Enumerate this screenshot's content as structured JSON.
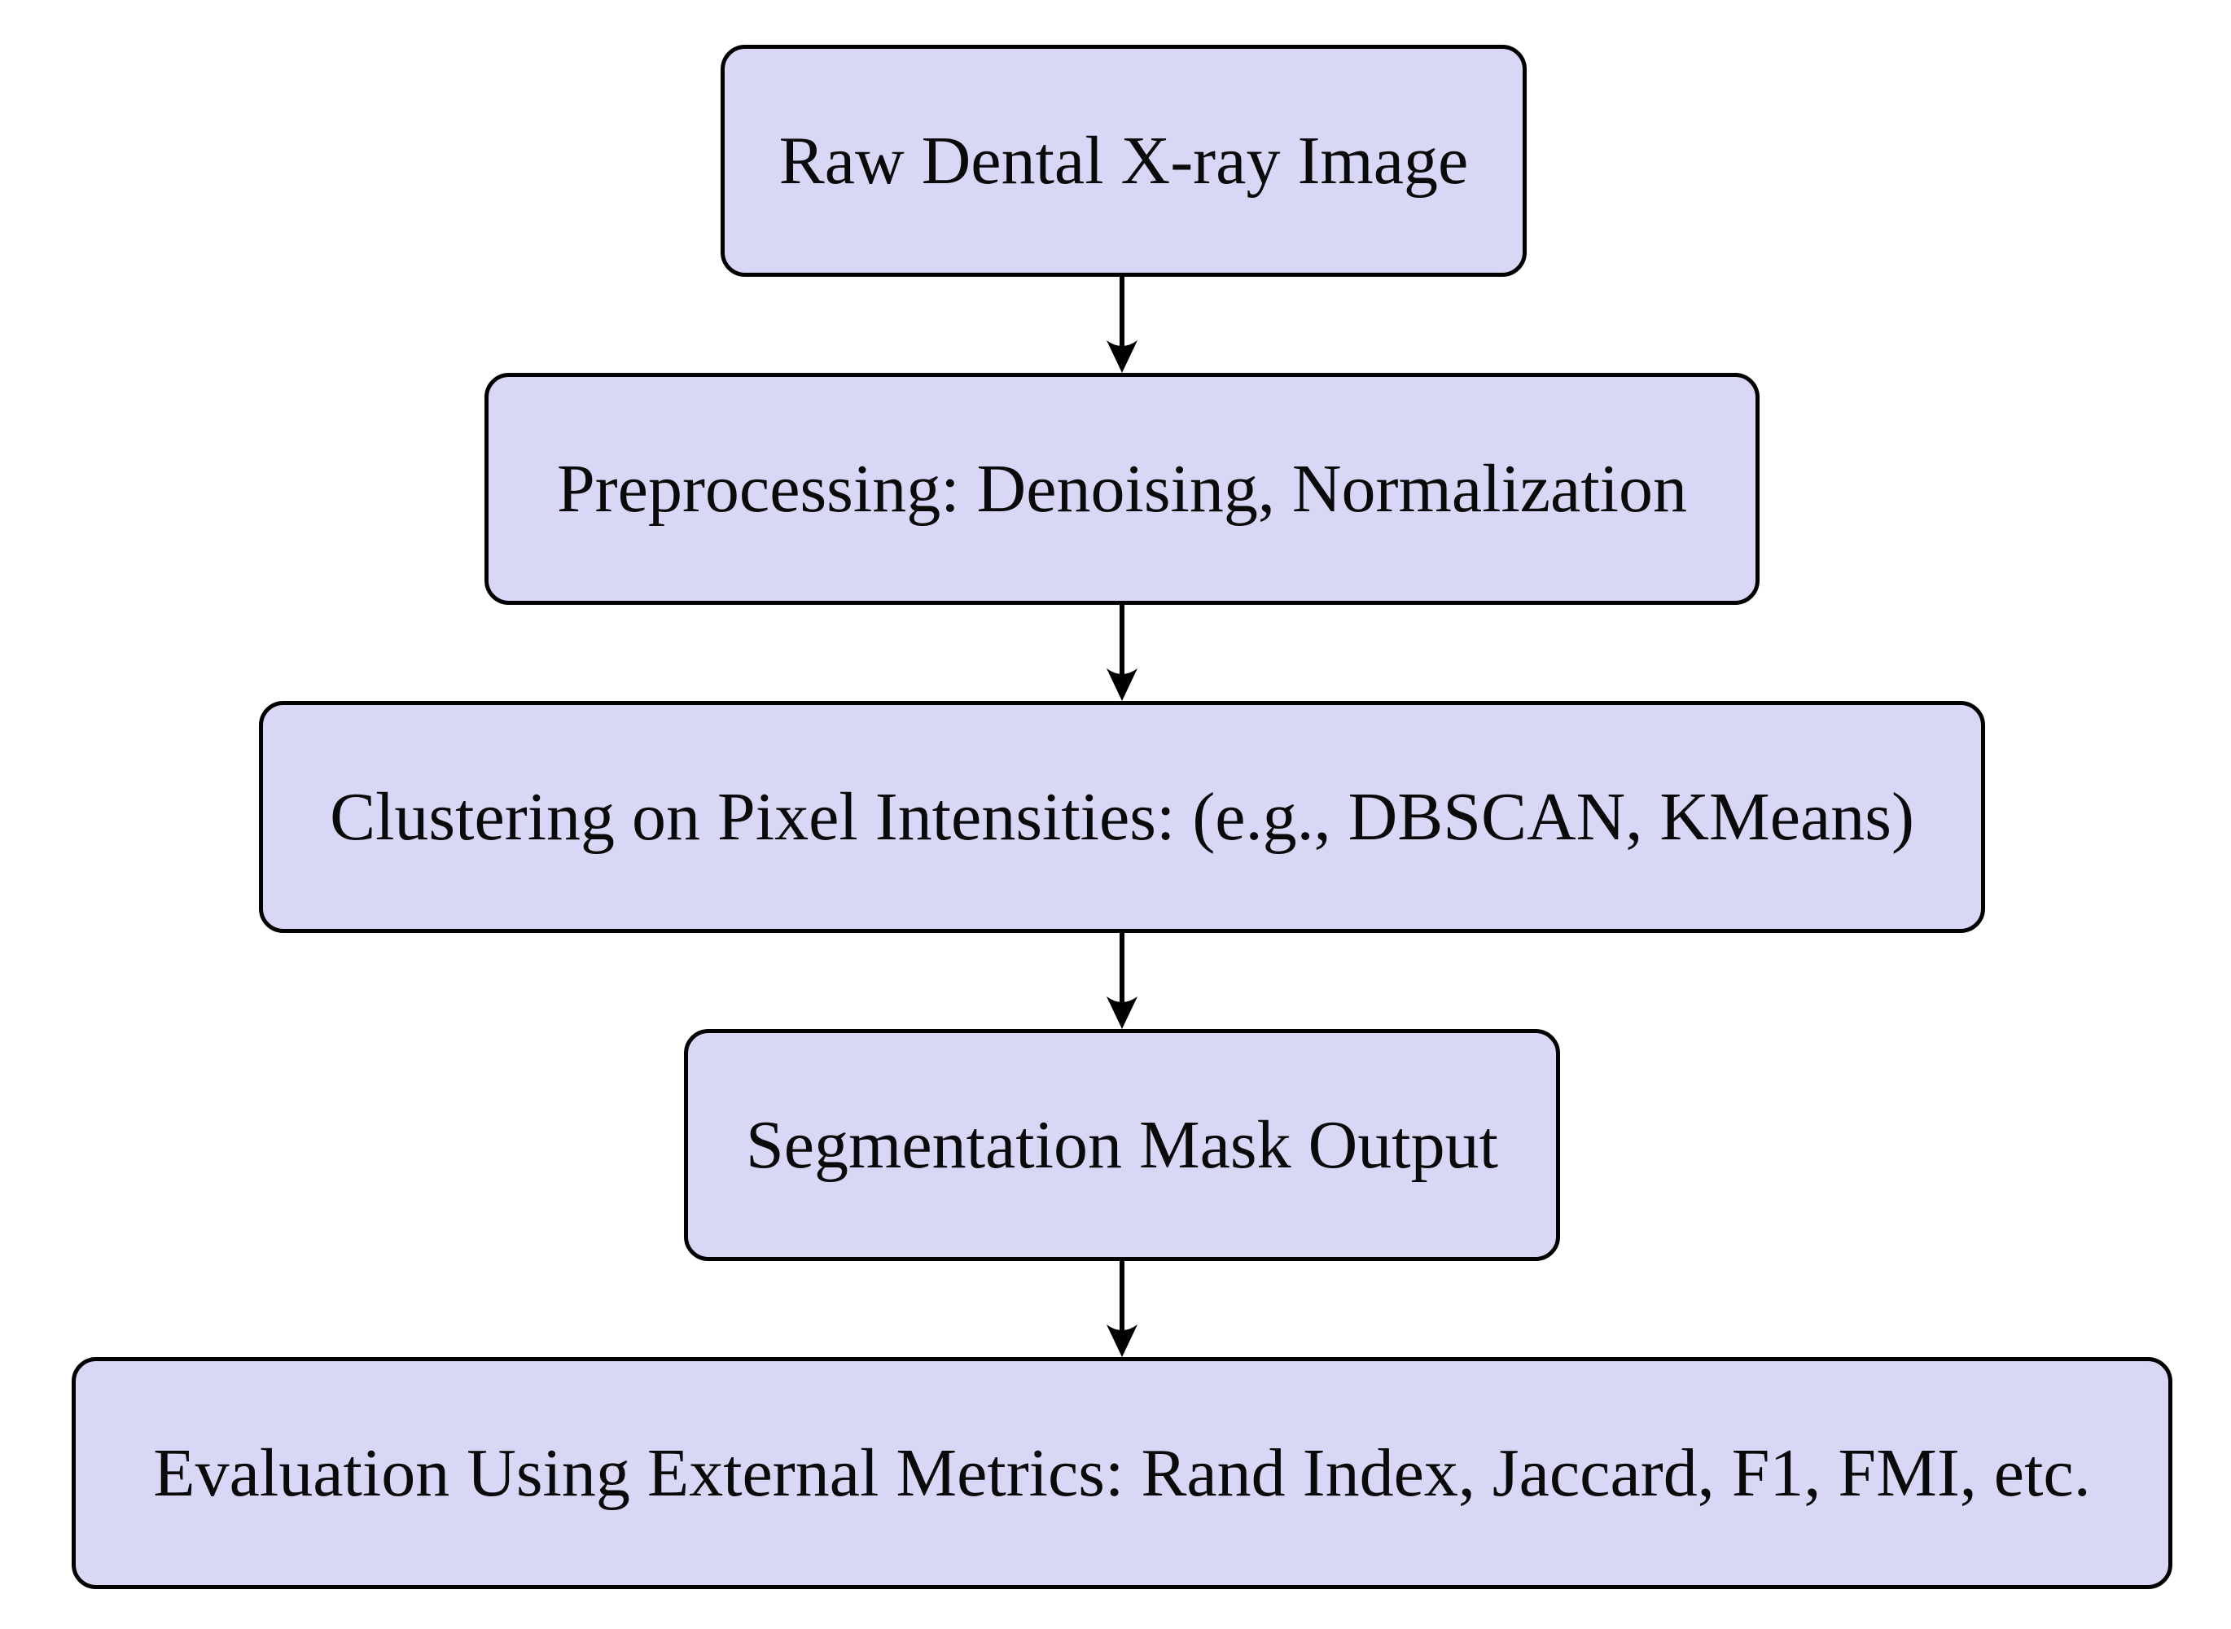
{
  "diagram": {
    "type": "flowchart",
    "orientation": "top-to-bottom",
    "colors": {
      "background": "#ffffff",
      "node_fill": "#d8d8f6",
      "node_border": "#000000",
      "arrow": "#000000",
      "text": "#0a0a0a"
    },
    "nodes": [
      {
        "id": "raw-xray",
        "label": "Raw Dental X-ray Image"
      },
      {
        "id": "preprocessing",
        "label": "Preprocessing: Denoising, Normalization"
      },
      {
        "id": "clustering",
        "label": "Clustering on Pixel Intensities: (e.g., DBSCAN, KMeans)"
      },
      {
        "id": "segmentation",
        "label": "Segmentation Mask Output"
      },
      {
        "id": "evaluation",
        "label": "Evaluation Using External Metrics: Rand Index, Jaccard, F1, FMI, etc."
      }
    ],
    "edges": [
      {
        "from": "raw-xray",
        "to": "preprocessing",
        "style": "arrow-down"
      },
      {
        "from": "preprocessing",
        "to": "clustering",
        "style": "arrow-down"
      },
      {
        "from": "clustering",
        "to": "segmentation",
        "style": "arrow-down"
      },
      {
        "from": "segmentation",
        "to": "evaluation",
        "style": "arrow-down"
      }
    ]
  }
}
